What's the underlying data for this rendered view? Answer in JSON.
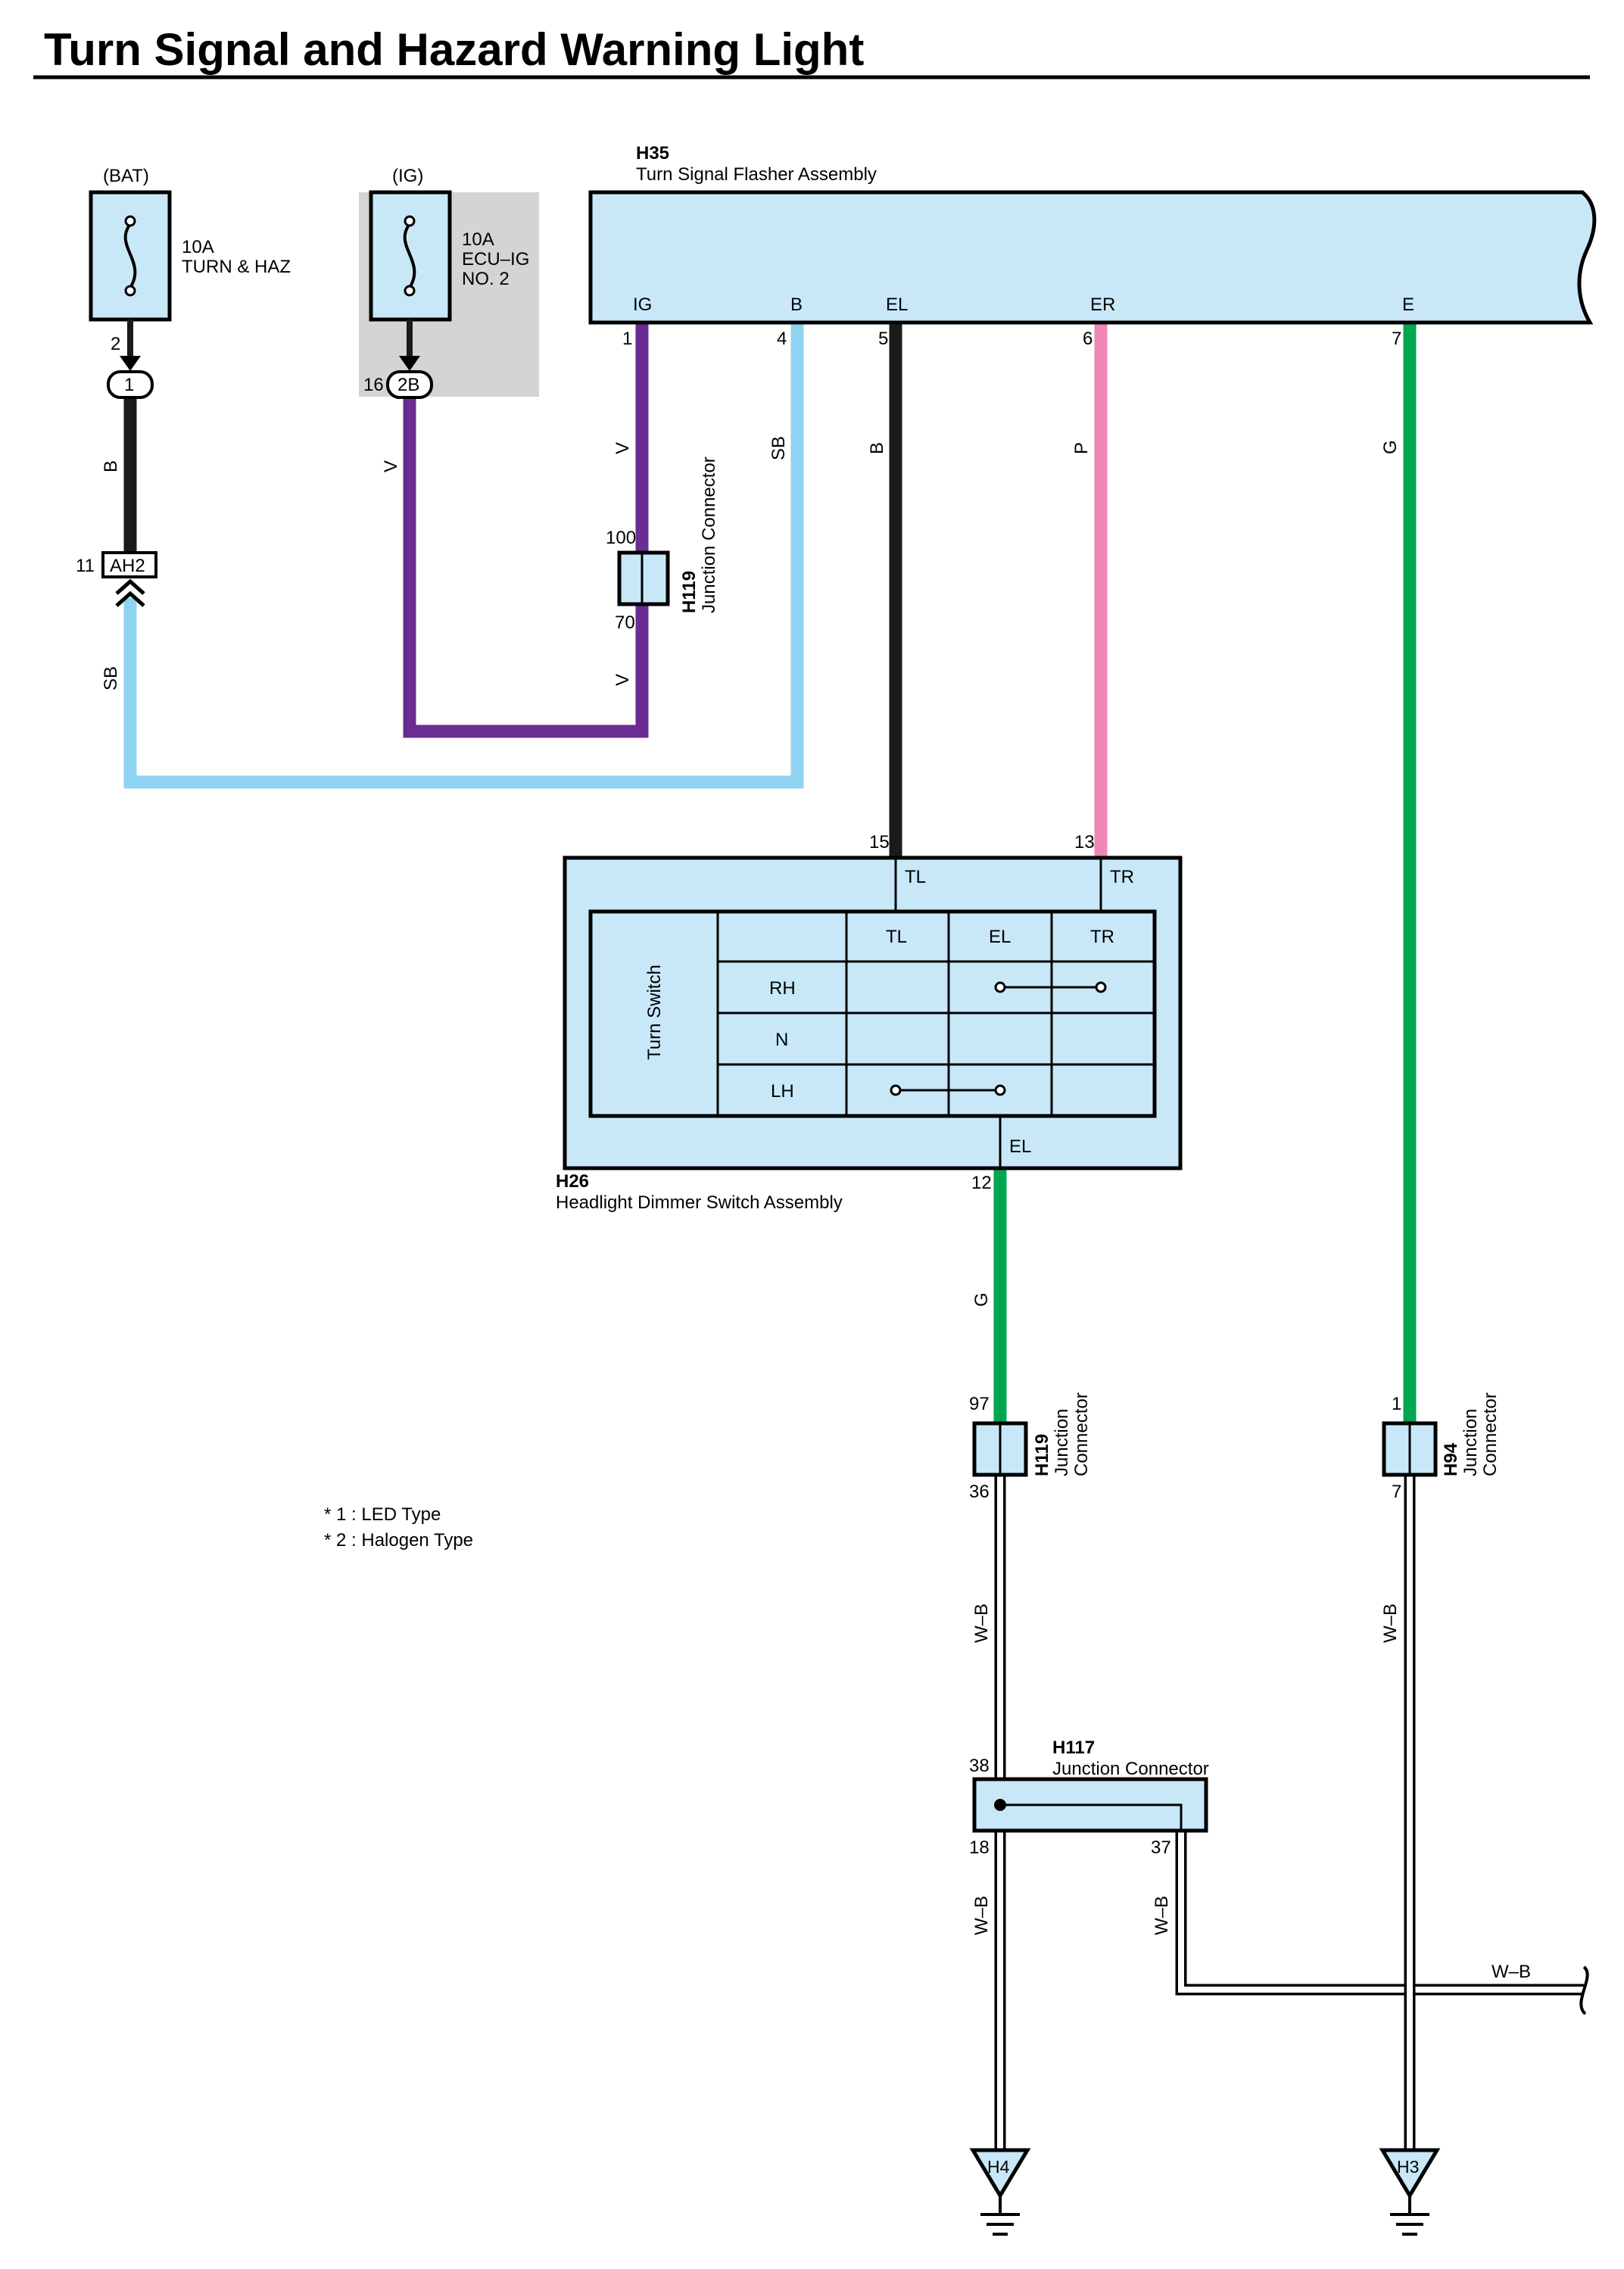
{
  "title": "Turn Signal and Hazard Warning Light",
  "fuses": [
    {
      "source": "(BAT)",
      "rating": "10A",
      "name_lines": [
        "TURN & HAZ"
      ],
      "terminal": "2",
      "connector": "1"
    },
    {
      "source": "(IG)",
      "rating": "10A",
      "name_lines": [
        "ECU–IG",
        "NO. 2"
      ],
      "terminal": "16",
      "connector": "2B"
    }
  ],
  "flasher": {
    "code": "H35",
    "name": "Turn Signal Flasher Assembly",
    "pins": [
      {
        "label": "IG",
        "number": "1",
        "wire": "V"
      },
      {
        "label": "B",
        "number": "4",
        "wire": "SB"
      },
      {
        "label": "EL",
        "number": "5",
        "wire": "B"
      },
      {
        "label": "ER",
        "number": "6",
        "wire": "P"
      },
      {
        "label": "E",
        "number": "7",
        "wire": "G"
      }
    ]
  },
  "connector_ah2": {
    "code": "AH2",
    "pin": "11"
  },
  "wire_labels": {
    "bat_to_ah2": "B",
    "ig_fuse_out": "V",
    "ah2_out": "SB",
    "h119_out": "V",
    "dimmer_out": "G",
    "h119_ground": "W–B",
    "h94_ground": "W–B",
    "h117_18": "W–B",
    "h117_37": "W–B",
    "continue": "W–B"
  },
  "junction_h119_top": {
    "code": "H119",
    "name": "Junction Connector",
    "pin_in": "100",
    "pin_out": "70"
  },
  "dimmer": {
    "code": "H26",
    "name": "Headlight Dimmer Switch Assembly",
    "pin_tl": {
      "number": "15",
      "label": "TL"
    },
    "pin_tr": {
      "number": "13",
      "label": "TR"
    },
    "pin_el": {
      "number": "12",
      "label": "EL"
    },
    "switch_name": "Turn Switch",
    "columns": [
      "TL",
      "EL",
      "TR"
    ],
    "rows": [
      "RH",
      "N",
      "LH"
    ]
  },
  "junction_h119_bottom": {
    "code": "H119",
    "name_lines": [
      "Junction",
      "Connector"
    ],
    "pin_in": "97",
    "pin_out": "36"
  },
  "junction_h94": {
    "code": "H94",
    "name_lines": [
      "Junction",
      "Connector"
    ],
    "pin_in": "1",
    "pin_out": "7"
  },
  "junction_h117": {
    "code": "H117",
    "name": "Junction Connector",
    "pin_in": "38",
    "pin_a": "18",
    "pin_b": "37"
  },
  "grounds": [
    "H4",
    "H3"
  ],
  "notes": [
    "* 1 : LED Type",
    "* 2 : Halogen Type"
  ],
  "colors": {
    "violet": "#6a2d91",
    "sky_blue": "#8fd3f3",
    "black": "#1a1a1a",
    "pink": "#ef87b6",
    "green": "#00a650",
    "component_fill": "#c8e8f8",
    "ig_zone": "#d4d4d4"
  }
}
